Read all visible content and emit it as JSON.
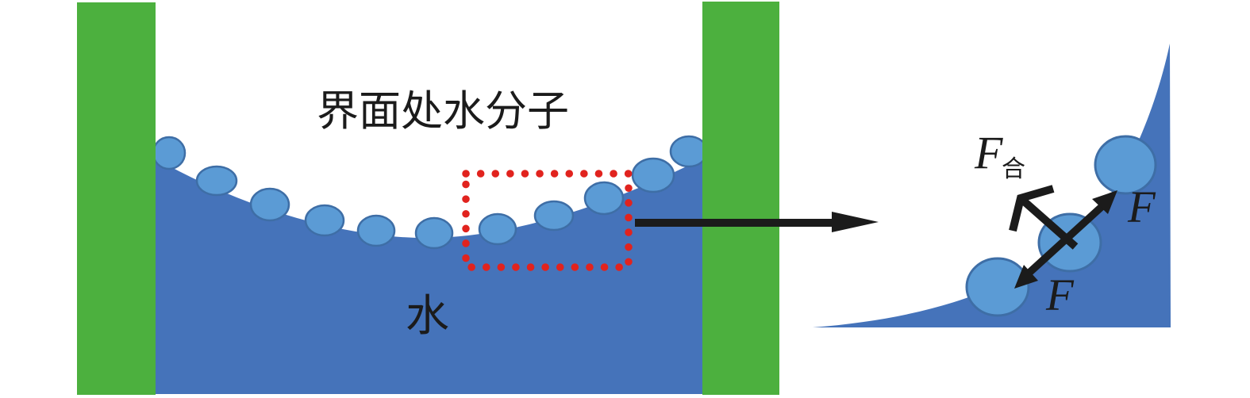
{
  "figure": {
    "type": "physics-diagram",
    "description": "Water meniscus between two container walls with surface water molecules, a dotted highlight region, and a magnified view showing intermolecular forces on a surface molecule",
    "labels": {
      "interface_molecules": "界面处水分子",
      "water": "水",
      "net_force_main": "F",
      "net_force_sub": "合",
      "force_upper": "F",
      "force_lower": "F"
    },
    "colors": {
      "wall_green": "#4cb03e",
      "water_blue": "#4573ba",
      "molecule_fill": "#5b9bd5",
      "molecule_stroke": "#3e6ea6",
      "highlight_red": "#e1231e",
      "ink": "#1b1b1b",
      "background": "#ffffff"
    },
    "counts": {
      "left_surface_molecules": 11,
      "magnified_molecules": 3
    }
  }
}
